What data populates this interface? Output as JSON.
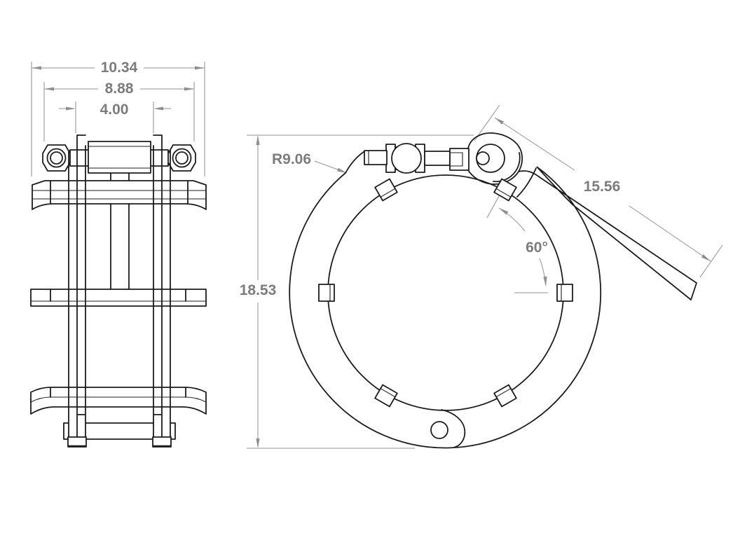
{
  "drawing": {
    "colors": {
      "part_line": "#1c1c1c",
      "dimension_line": "#a8a8a8",
      "dimension_text": "#7c7c7c",
      "background": "#ffffff"
    },
    "dimensions": {
      "outer_width": "10.34",
      "band_width": "8.88",
      "rail_spacing": "4.00",
      "overall_height": "18.53",
      "outer_radius": "R9.06",
      "handle_length": "15.56",
      "tab_spacing_angle": "60°"
    }
  }
}
